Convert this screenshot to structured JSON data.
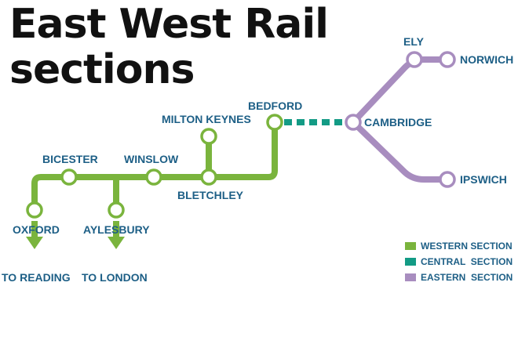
{
  "title": {
    "line1": "East West Rail",
    "line2": "sections"
  },
  "colors": {
    "western": "#7ab43d",
    "central": "#139b85",
    "eastern": "#a88dbf",
    "label": "#1d5f86"
  },
  "stations": {
    "oxford": "OXFORD",
    "bicester": "BICESTER",
    "aylesbury": "AYLESBURY",
    "winslow": "WINSLOW",
    "milton_keynes": "MILTON KEYNES",
    "bletchley": "BLETCHLEY",
    "bedford": "BEDFORD",
    "cambridge": "CAMBRIDGE",
    "ely": "ELY",
    "norwich": "NORWICH",
    "ipswich": "IPSWICH"
  },
  "destinations": {
    "reading": "TO READING",
    "london": "TO LONDON"
  },
  "legend": [
    {
      "label": "WESTERN SECTION",
      "color": "#7ab43d"
    },
    {
      "label": "CENTRAL  SECTION",
      "color": "#139b85"
    },
    {
      "label": "EASTERN  SECTION",
      "color": "#a88dbf"
    }
  ]
}
